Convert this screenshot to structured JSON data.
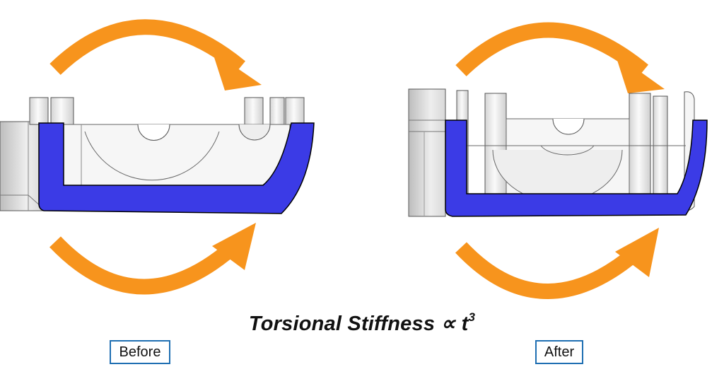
{
  "formula": {
    "main": "Torsional Stiffness ∝ t",
    "exponent": "3"
  },
  "labels": {
    "before": "Before",
    "after": "After"
  },
  "colors": {
    "arrow": "#f7941d",
    "section": "#3b3be6",
    "outline": "#000000",
    "part": "#f2f2f2"
  }
}
